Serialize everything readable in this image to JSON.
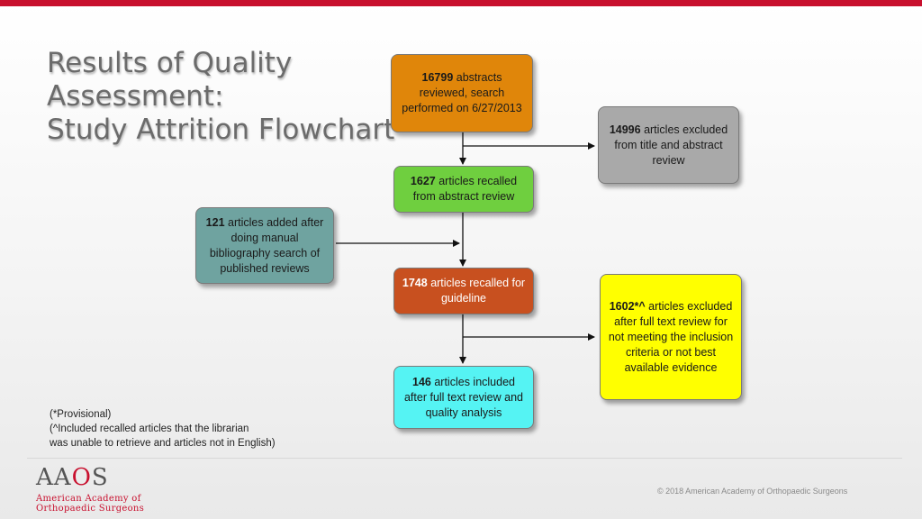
{
  "title": {
    "line1": "Results of Quality",
    "line2": "Assessment:",
    "line3": "Study Attrition Flowchart"
  },
  "flowchart": {
    "box_abstracts": {
      "number": "16799",
      "text": " abstracts reviewed, search performed on 6/27/2013"
    },
    "box_excluded_title": {
      "number": "14996",
      "text": " articles excluded from title and abstract review"
    },
    "box_recalled_abstract": {
      "number": "1627",
      "text": " articles recalled from abstract review"
    },
    "box_added_manual": {
      "number": "121",
      "text": " articles added after doing manual bibliography search of published reviews"
    },
    "box_recalled_guideline": {
      "number": "1748",
      "text": " articles recalled for guideline"
    },
    "box_excluded_fulltext": {
      "number": "1602*^",
      "text": " articles excluded after full text review for not meeting the inclusion criteria or not best available evidence"
    },
    "box_included": {
      "number": "146",
      "text": " articles included after full text review and quality analysis"
    }
  },
  "colors": {
    "orange": "#e0860a",
    "gray": "#a9a9a9",
    "green": "#6fcf3f",
    "teal": "#6fa3a0",
    "red": "#c8501f",
    "yellow": "#ffff00",
    "cyan": "#55f3f3",
    "accent_bar": "#c8102e"
  },
  "notes": {
    "line1": "(*Provisional)",
    "line2": "(^Included recalled articles that the librarian",
    "line3": "was unable to retrieve and articles not in English)"
  },
  "footer": {
    "copyright": "© 2018 American Academy of Orthopaedic Surgeons",
    "logo_mark_a": "AA",
    "logo_mark_o": "O",
    "logo_mark_s": "S",
    "logo_line1": "American Academy of",
    "logo_line2": "Orthopaedic Surgeons"
  }
}
